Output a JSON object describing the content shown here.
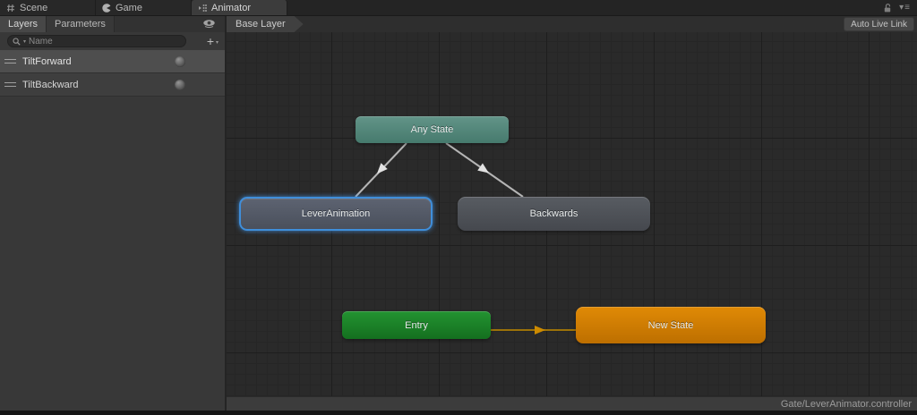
{
  "top_bar": {
    "tabs": [
      {
        "label": "Scene"
      },
      {
        "label": "Game"
      },
      {
        "label": "Animator"
      }
    ],
    "active_tab": "Animator"
  },
  "sidebar": {
    "tabs": [
      {
        "label": "Layers"
      },
      {
        "label": "Parameters"
      }
    ],
    "active_tab": "Layers",
    "search_placeholder": "Name",
    "add_label": "+",
    "parameters": [
      {
        "name": "TiltForward",
        "selected": true
      },
      {
        "name": "TiltBackward",
        "selected": false
      }
    ]
  },
  "graph": {
    "breadcrumb": "Base Layer",
    "auto_live_link_label": "Auto Live Link",
    "status_path": "Gate/LeverAnimator.controller",
    "nodes": [
      {
        "id": "any-state",
        "label": "Any State",
        "color": "#55897d"
      },
      {
        "id": "lever-animation",
        "label": "LeverAnimation",
        "color": "#545b68",
        "selected": true,
        "selection_color": "#3f8eda"
      },
      {
        "id": "backwards",
        "label": "Backwards",
        "color": "#4f5258"
      },
      {
        "id": "entry",
        "label": "Entry",
        "color": "#1b8226"
      },
      {
        "id": "new-state",
        "label": "New State",
        "color": "#cf7d03"
      }
    ],
    "transitions": [
      {
        "from": "Any State",
        "to": "LeverAnimation",
        "color": "#b5b5b5"
      },
      {
        "from": "Any State",
        "to": "Backwards",
        "color": "#b5b5b5"
      },
      {
        "from": "Entry",
        "to": "New State",
        "color": "#9c7209"
      }
    ]
  }
}
